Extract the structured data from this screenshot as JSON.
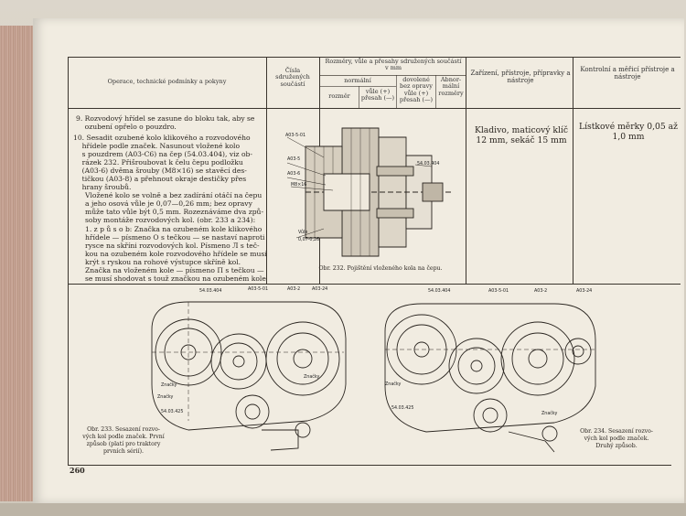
{
  "table_header": {
    "col_operation": "Operace, technické podmínky a pokyny",
    "col_number": "Čísla sdružených součástí",
    "col_dims_title": "Rozměry, vůle a přesahy sdružených součástí v mm",
    "col_normal": "normální",
    "col_size": "rozměr",
    "col_clearance": "vůle (+) přesah (—)",
    "col_allowed": "dovolené bez opravy vůle (+) přesah (—)",
    "col_abnormal": "Abnor-mální rozměry",
    "col_tools": "Zařízení, přístroje, přípravky a nástroje",
    "col_control": "Kontrolní a měřicí přístroje a nástroje"
  },
  "steps": [
    "9. Rozvodový hřídel se zasune do bloku tak, aby se",
    "    ozubení opřelo o pouzdro.",
    "10. Sesadit ozubené kolo klikového a rozvodového",
    "    hřídele podle značek. Nasunout vložené kolo",
    "    s pouzdrem (A03-C6) na čep (54.03.404), viz ob-",
    "    rázek 232. Přišroubovat k čelu čepu podložku",
    "    (A03-6) dvěma šrouby (M8×16) se stavěcí des-",
    "    tičkou (A03-8) a přehnout okraje destičky přes",
    "    hrany šroubů.",
    "Vložené kolo se volně a bez zadírání otáčí na čepu",
    "a jeho osová vůle je 0,07—0,26 mm; bez opravy",
    "může tato vůle být 0,5 mm. Rozeznáváme dva způ-",
    "soby montáže rozvodových kol. (obr. 233 a 234):",
    "1. z p ů s o b: Značka na ozubeném kole klikového",
    "hřídele — písmeno O s tečkou — se nastaví naproti",
    "rysce na skříni rozvodových kol. Písmeno Л s teč-",
    "kou na ozubeném kole rozvodového hřídele se musí",
    "krýt s ryskou na rohové výstupce skříně kol.",
    "Značka na vloženém kole — písmeno П s tečkou —",
    "se musí shodovat s touž značkou na ozubeném kole"
  ],
  "tools_text": [
    "Kladivo, maticový klíč",
    "12 mm, sekáč 15 mm"
  ],
  "control_text": [
    "Lístkové měrky 0,05 až",
    "1,0 mm"
  ],
  "fig232": {
    "caption": "Obr. 232. Pojištění vloženého kola na čepu.",
    "labels": [
      "A03-5-01",
      "A03-5",
      "A03-6",
      "M8×16",
      "54.03.404",
      "Vůle",
      "0,07-0,26"
    ]
  },
  "fig233": {
    "caption": [
      "Obr. 233. Sesazení rozvo-",
      "vých kol podle značek. První",
      "způsob (platí pro traktory",
      "prvních sérií)."
    ],
    "labels": [
      "54.03.404",
      "A03-5-01",
      "A03-2",
      "A03-24",
      "Značky",
      "Značky",
      "Značky",
      "54.03.425"
    ]
  },
  "fig234": {
    "caption": [
      "Obr. 234. Sesazení rozvo-",
      "vých kol podle značek.",
      "Druhý způsob."
    ],
    "labels": [
      "54.03.404",
      "A03-5-01",
      "A03-2",
      "A03-24",
      "Značky",
      "Značky",
      "54.03.425"
    ]
  },
  "page_number": "260"
}
